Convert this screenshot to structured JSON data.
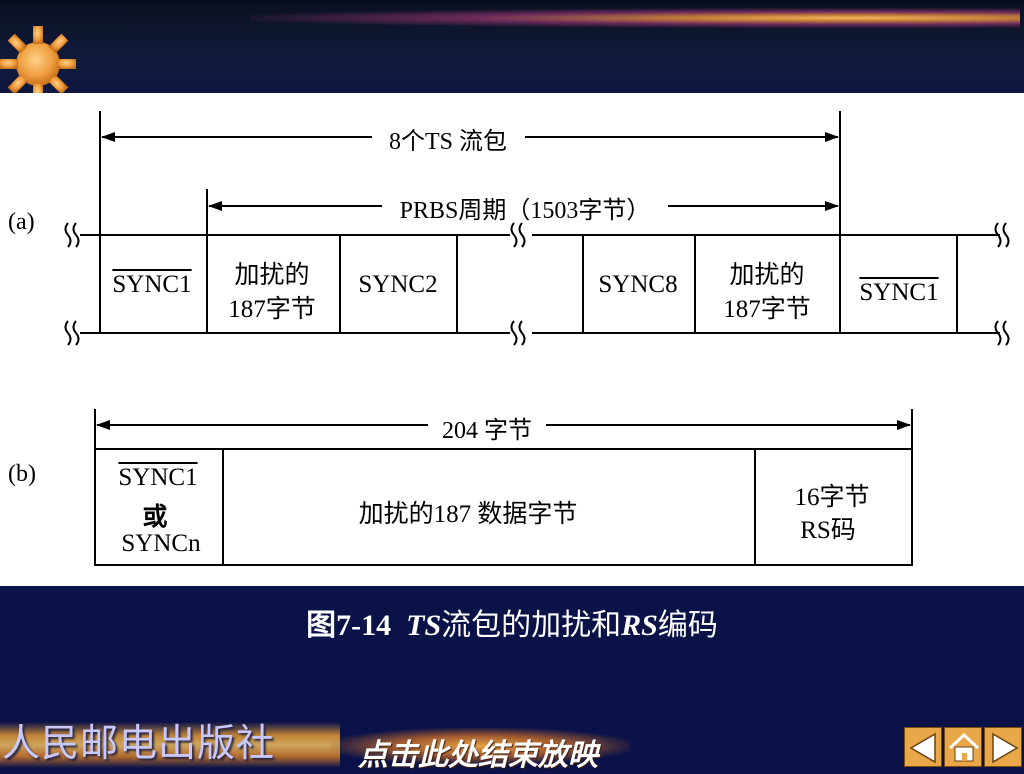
{
  "diagram": {
    "part_a": {
      "label": "(a)",
      "span_8ts": "8个TS 流包",
      "span_prbs": "PRBS周期（1503字节）",
      "cells": {
        "sync1_left": "SYNC1",
        "scrambled_line1": "加扰的",
        "scrambled_line2": "187字节",
        "sync2": "SYNC2",
        "sync8": "SYNC8",
        "sync1_right": "SYNC1"
      }
    },
    "part_b": {
      "label": "(b)",
      "span_204": "204 字节",
      "sync_top": "SYNC1",
      "sync_or": "或",
      "sync_bottom": "SYNCn",
      "data_bytes": "加扰的187 数据字节",
      "rs_line1": "16字节",
      "rs_line2": "RS码"
    }
  },
  "caption": {
    "fig": "图7-14",
    "ts": "TS",
    "mid": "流包的加扰和",
    "rs": "RS",
    "end": "编码"
  },
  "footer": {
    "publisher": "人民邮电出版社",
    "end_show": "点击此处结束放映",
    "icons": [
      "sun-logo-icon",
      "arrow-left-icon",
      "home-icon",
      "arrow-right-icon"
    ]
  },
  "colors": {
    "background": "#0a1248",
    "panel": "#ffffff",
    "accent": "#e8a84a"
  }
}
